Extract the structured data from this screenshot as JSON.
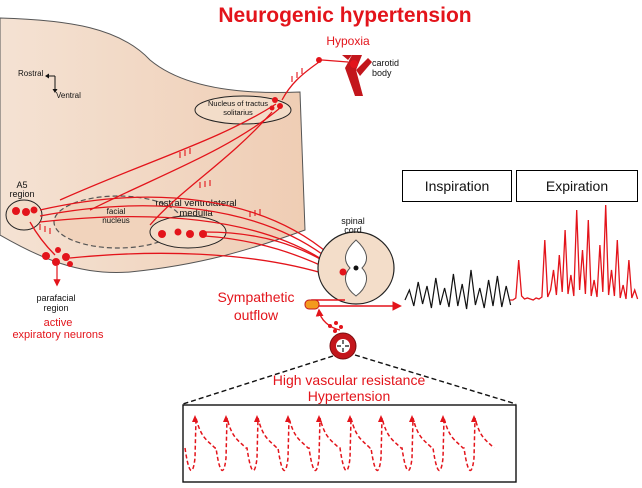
{
  "title": "Neurogenic hypertension",
  "labels": {
    "hypoxia": "Hypoxia",
    "carotid_body": [
      "carotid",
      "body"
    ],
    "rostral": "Rostral",
    "ventral": "Ventral",
    "nts": [
      "Nucleus of tractus",
      "solitarius"
    ],
    "a5": [
      "A5",
      "region"
    ],
    "facial_nucleus": [
      "facial",
      "nucleus"
    ],
    "rvlm": [
      "rostral ventrolateral",
      "medulla"
    ],
    "spinal_cord": [
      "spinal",
      "cord"
    ],
    "parafacial": [
      "parafacial",
      "region"
    ],
    "active_expiratory": [
      "active",
      "expiratory neurons"
    ],
    "sympathetic_outflow": [
      "Sympathetic",
      "outflow"
    ],
    "vascular": [
      "High vascular resistance",
      "Hypertension"
    ]
  },
  "phases": {
    "inspiration": "Inspiration",
    "expiration": "Expiration"
  },
  "colors": {
    "accent": "#e3141b",
    "tissue": "#f1d6c2",
    "text": "#111111"
  }
}
